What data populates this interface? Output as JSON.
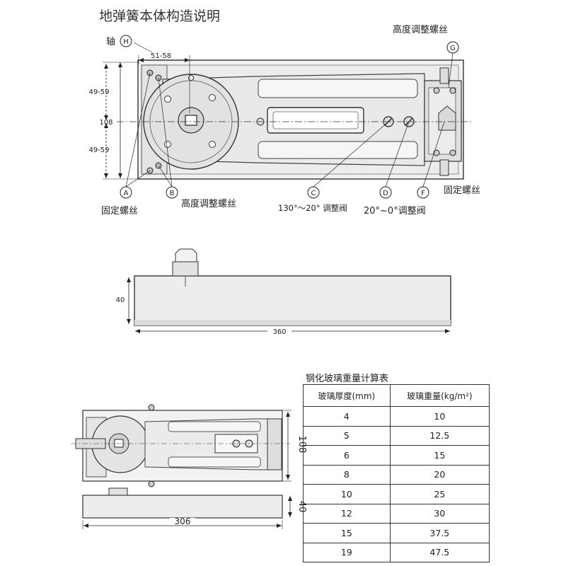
{
  "title": "地弹簧本体构造说明",
  "top_view": {
    "axis_label": "轴",
    "markers": {
      "H": "H",
      "G": "G",
      "A": "A",
      "B": "B",
      "C": "C",
      "D": "D",
      "F": "F"
    },
    "dims": {
      "pivot_offset": "51-58",
      "upper": "49-59",
      "lower": "49-59",
      "width": "108"
    },
    "callouts": {
      "fixing_screw_a": "固定螺丝",
      "height_screw_b": "高度调整螺丝",
      "valve_c": "130°～20° 调整阀",
      "valve_d": "20°~0°调整阀",
      "fixing_screw_f": "固定螺丝",
      "height_screw_g": "高度调整螺丝"
    }
  },
  "side_view": {
    "height": "40",
    "length": "360"
  },
  "small_views": {
    "width": "108",
    "height": "40",
    "length": "306"
  },
  "glass_table": {
    "title": "钢化玻璃重量计算表",
    "headers": [
      "玻璃厚度(mm)",
      "玻璃重量(kg/m²)"
    ],
    "rows": [
      [
        "4",
        "10"
      ],
      [
        "5",
        "12.5"
      ],
      [
        "6",
        "15"
      ],
      [
        "8",
        "20"
      ],
      [
        "10",
        "25"
      ],
      [
        "12",
        "30"
      ],
      [
        "15",
        "37.5"
      ],
      [
        "19",
        "47.5"
      ]
    ]
  }
}
